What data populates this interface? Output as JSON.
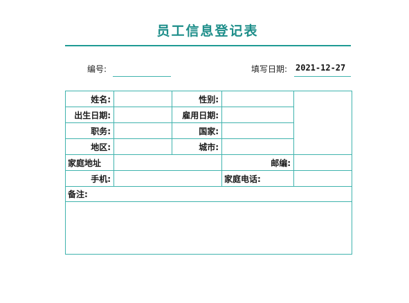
{
  "title": "员工信息登记表",
  "meta": {
    "number_label": "编号:",
    "number_value": "",
    "date_label": "填写日期:",
    "date_value": "2021-12-27"
  },
  "form": {
    "name_label": "姓名:",
    "gender_label": "性别:",
    "birth_label": "出生日期:",
    "hire_label": "雇用日期:",
    "position_label": "职务:",
    "country_label": "国家:",
    "region_label": "地区:",
    "city_label": "城市:",
    "address_label": "家庭地址",
    "postcode_label": "邮编:",
    "mobile_label": "手机:",
    "home_phone_label": "家庭电话:",
    "notes_label": "备注:"
  },
  "colors": {
    "accent": "#1e8e8a",
    "border": "#3fb3ad"
  }
}
